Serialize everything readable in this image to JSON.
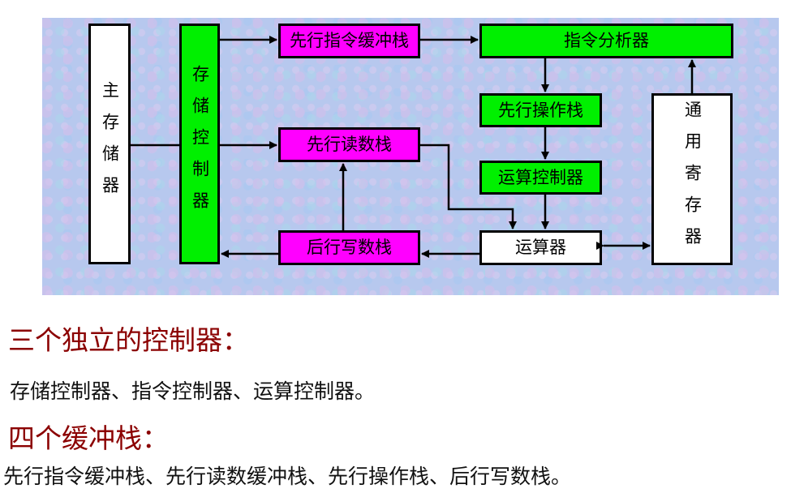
{
  "diagram": {
    "main_memory": "主存储器",
    "storage_controller": "存储控制器",
    "prefetch_instruction_buffer": "先行指令缓冲栈",
    "instruction_analyzer": "指令分析器",
    "prefetch_operand_stack": "先行操作栈",
    "arithmetic_controller": "运算控制器",
    "prefetch_read_stack": "先行读数栈",
    "post_write_stack": "后行写数栈",
    "alu": "运算器",
    "general_registers": "通用寄存器"
  },
  "section1": {
    "heading": "三个独立的控制器：",
    "body": "存储控制器、指令控制器、运算控制器。"
  },
  "section2": {
    "heading": "四个缓冲栈：",
    "body": "先行指令缓冲栈、先行读数缓冲栈、先行操作栈、后行写数栈。"
  },
  "colors": {
    "panel_bg": "#b7c8ee",
    "green_box": "#00f000",
    "magenta_box": "#ff00ff",
    "heading_text": "#8b0000"
  }
}
